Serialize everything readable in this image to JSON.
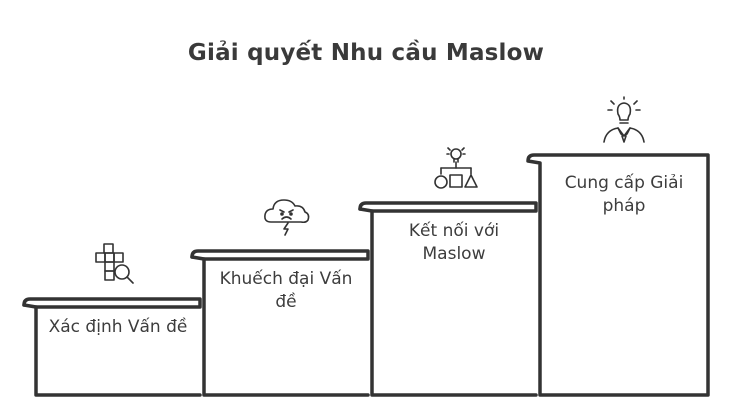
{
  "title": "Giải quyết Nhu cầu Maslow",
  "steps": [
    {
      "label": "Xác định Vấn đề",
      "icon": "puzzle-search-icon"
    },
    {
      "label": "Khuếch đại Vấn đề",
      "icon": "angry-storm-cloud-icon"
    },
    {
      "label": "Kết nối với Maslow",
      "icon": "lightbulb-shapes-icon"
    },
    {
      "label": "Cung cấp Giải pháp",
      "icon": "person-lightbulb-icon"
    }
  ],
  "colors": {
    "stroke": "#333333",
    "fill": "#ffffff",
    "text": "#3d3d3d"
  }
}
